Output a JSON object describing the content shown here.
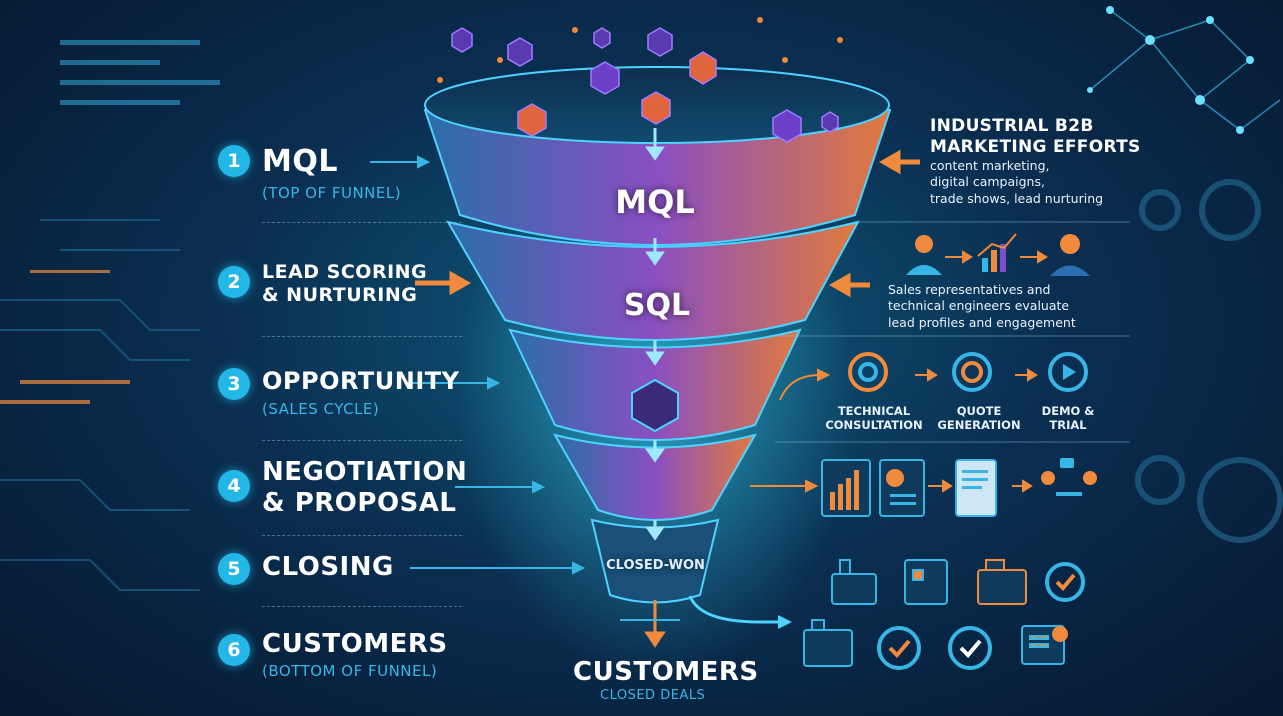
{
  "steps": [
    {
      "num": "1",
      "title": "MQL",
      "sub": "(TOP OF FUNNEL)"
    },
    {
      "num": "2",
      "title": "LEAD SCORING",
      "title2": "& NURTURING"
    },
    {
      "num": "3",
      "title": "OPPORTUNITY",
      "sub": "(SALES CYCLE)"
    },
    {
      "num": "4",
      "title": "NEGOTIATION",
      "title2": "& PROPOSAL"
    },
    {
      "num": "5",
      "title": "CLOSING"
    },
    {
      "num": "6",
      "title": "CUSTOMERS",
      "sub": "(BOTTOM OF FUNNEL)"
    }
  ],
  "funnel": {
    "mql": "MQL",
    "sql": "SQL",
    "closed": "CLOSED-WON"
  },
  "right": {
    "title_line1": "INDUSTRIAL B2B",
    "title_line2": "MARKETING EFFORTS",
    "efforts_line1": "content marketing,",
    "efforts_line2": "digital campaigns,",
    "efforts_line3": "trade shows, lead nurturing",
    "evaluate_line1": "Sales representatives and",
    "evaluate_line2": "technical engineers evaluate",
    "evaluate_line3": "lead profiles and engagement",
    "opp_labels": [
      {
        "l1": "TECHNICAL",
        "l2": "CONSULTATION"
      },
      {
        "l1": "QUOTE",
        "l2": "GENERATION"
      },
      {
        "l1": "DEMO &",
        "l2": "TRIAL"
      }
    ]
  },
  "bottom": {
    "title": "CUSTOMERS",
    "sub": "CLOSED DEALS"
  },
  "colors": {
    "accent_blue": "#22b7e6",
    "accent_orange": "#f08a3c",
    "accent_purple": "#7b4fc9",
    "funnel_teal": "#1b7fa3"
  },
  "icons": [
    "user-icon",
    "chart-icon",
    "engineer-icon",
    "gear-search-icon",
    "dollar-gear-icon",
    "play-gear-icon",
    "bar-chart-icon",
    "pie-chart-icon",
    "contract-icon",
    "meeting-icon",
    "factory-icon",
    "machine-icon",
    "check-gear-icon",
    "checklist-icon"
  ]
}
